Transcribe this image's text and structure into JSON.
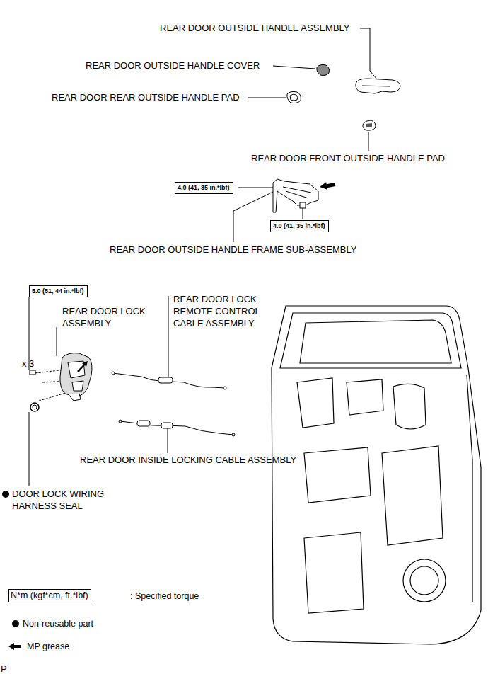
{
  "diagram": {
    "nodes": [
      {
        "text": [
          "4.0 (41, 35 in.*lbf)"
        ]
      },
      {
        "text": [
          "4.0 (41, 35 in.*lbf)"
        ]
      },
      {
        "text": [
          "5.0 (51, 44 in.*lbf)"
        ]
      },
      {
        "text": [
          "N*m (kgf*cm, ft.*lbf)"
        ]
      }
    ],
    "edges": [],
    "labels": [
      "REAR DOOR OUTSIDE HANDLE ASSEMBLY",
      "REAR DOOR OUTSIDE HANDLE COVER",
      "REAR DOOR REAR OUTSIDE HANDLE PAD",
      "REAR DOOR FRONT OUTSIDE HANDLE PAD",
      "REAR DOOR OUTSIDE HANDLE FRAME SUB-ASSEMBLY",
      "REAR DOOR LOCK ASSEMBLY",
      "REAR DOOR LOCK REMOTE CONTROL CABLE ASSEMBLY",
      "x 3",
      "REAR DOOR INSIDE LOCKING CABLE ASSEMBLY",
      "DOOR LOCK WIRING HARNESS SEAL",
      "P"
    ],
    "legend": [
      {
        "text": ": Specified torque"
      },
      {
        "text": "Non-reusable part"
      },
      {
        "text": "MP grease"
      }
    ]
  }
}
